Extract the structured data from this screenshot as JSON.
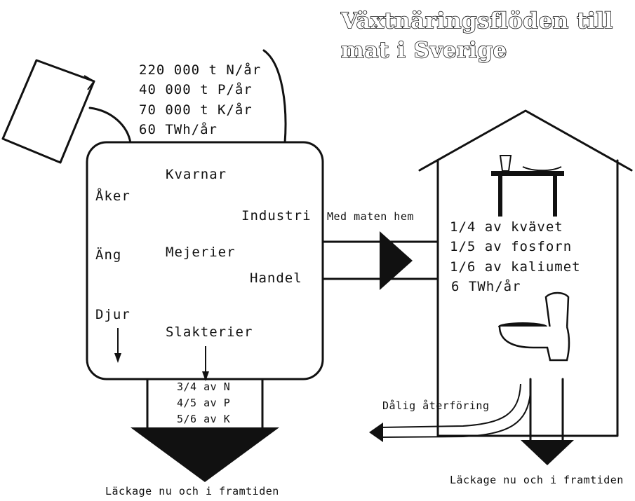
{
  "title": {
    "line1": "Växtnäringsflöden till",
    "line2": "mat i Sverige"
  },
  "inputs": {
    "nitrogen": "220 000 t N/år",
    "phosphorus": "40 000 t P/år",
    "potassium": "70 000 t K/år",
    "energy": "60 TWh/år"
  },
  "production": {
    "aker": "Åker",
    "kvarnar": "Kvarnar",
    "industri": "Industri",
    "ang": "Äng",
    "mejerier": "Mejerier",
    "handel": "Handel",
    "djur": "Djur",
    "slakterier": "Slakterier"
  },
  "losses_production": {
    "n": "3/4 av N",
    "p": "4/5 av P",
    "k": "5/6 av K",
    "leakage": "Läckage nu och i framtiden"
  },
  "flow": {
    "label": "Med maten hem"
  },
  "household": {
    "nitrogen": "1/4 av kvävet",
    "phosphorus": "1/5 av fosforn",
    "potassium": "1/6 av kaliumet",
    "energy": "6 TWh/år"
  },
  "recycling": {
    "label": "Dålig återföring",
    "leakage": "Läckage nu och i framtiden"
  }
}
